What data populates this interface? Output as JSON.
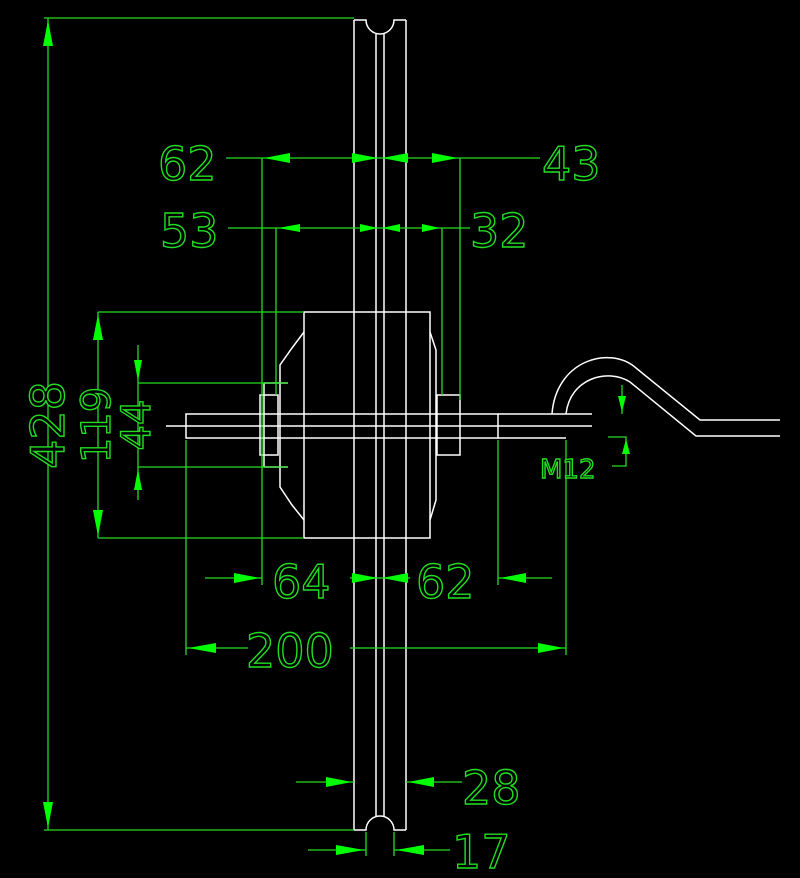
{
  "drawing": {
    "colors": {
      "background": "#000000",
      "outline": "#ffffff",
      "dimension": "#22dd22"
    },
    "dimensions": {
      "overall_height": "428",
      "top_left": "62",
      "top_right": "43",
      "second_left": "53",
      "second_right": "32",
      "motor_height": "119",
      "hub_height": "44",
      "thread": "M12",
      "shaft_left": "64",
      "shaft_right": "62",
      "overall_width": "200",
      "rim_width": "28",
      "slot_width": "17"
    }
  }
}
